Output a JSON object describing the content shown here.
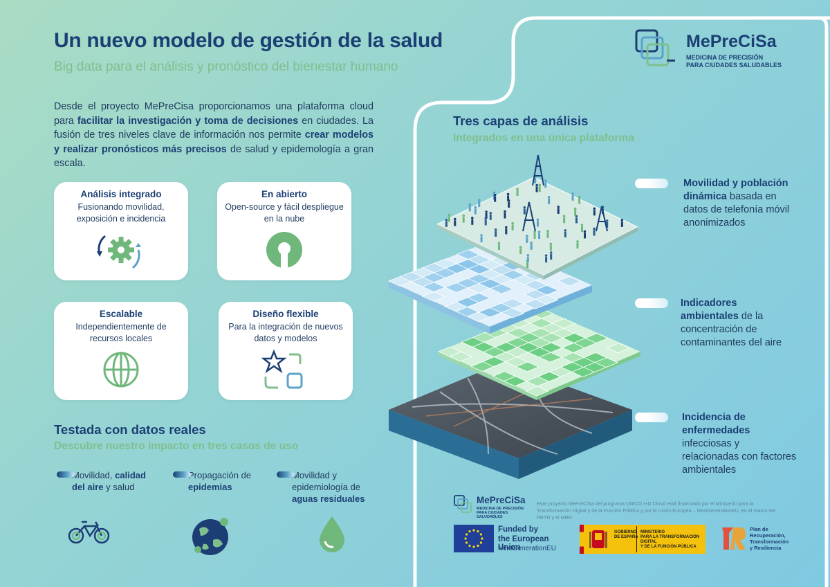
{
  "header": {
    "title": "Un nuevo modelo de gestión de la salud",
    "subtitle": "Big data para el análisis y pronóstico del bienestar humano"
  },
  "logo": {
    "name": "MePreCiSa",
    "tagline_1": "MEDICINA DE PRECISIÓN",
    "tagline_2": "PARA CIUDADES SALUDABLES"
  },
  "intro": {
    "p1": "Desde el proyecto MePreCisa proporcionamos una plataforma cloud para ",
    "b1": "facilitar la investigación y toma de decisiones",
    "p2": " en ciudades. La fusión de tres niveles clave de información nos permite ",
    "b2": "crear modelos y realizar pronósticos más precisos",
    "p3": " de salud y epidemología a gran escala."
  },
  "features": [
    {
      "title": "Análisis integrado",
      "desc": "Fusionando movilidad, exposición e incidencia",
      "icon": "gear-cycle-icon"
    },
    {
      "title": "En abierto",
      "desc": "Open-source y fácil despliegue en la nube",
      "icon": "open-source-icon"
    },
    {
      "title": "Escalable",
      "desc": "Independientemente de recursos locales",
      "icon": "globe-icon"
    },
    {
      "title": "Diseño flexible",
      "desc": "Para la integración de nuevos datos y modelos",
      "icon": "modules-icon"
    }
  ],
  "tested": {
    "title": "Testada con datos reales",
    "subtitle": "Descubre nuestro impacto en tres casos de uso",
    "cases": [
      {
        "l1": "Movilidad, ",
        "b1": "calidad",
        "b2": "del aire",
        "l2": " y salud",
        "icon": "bicycle-icon"
      },
      {
        "l1": "Propagación de",
        "b1": "epidemias",
        "icon": "virus-globe-icon"
      },
      {
        "l1": "Movilidad y",
        "l2": "epidemiología de",
        "b1": "aguas residuales",
        "icon": "water-drop-icon"
      }
    ]
  },
  "layers": {
    "title": "Tres capas de análisis",
    "subtitle": "Integrados en una única plataforma",
    "items": [
      {
        "bold": "Movilidad y población dinámica",
        "rest": " basada en datos de telefonía móvil anonimizados"
      },
      {
        "bold": "Indicadores ambientales",
        "rest": " de la concentración de contaminantes del aire"
      },
      {
        "bold": "Incidencia de enfermedades",
        "rest": " infecciosas y relacionadas con factores ambientales"
      }
    ]
  },
  "footer": {
    "disclaimer": "Este proyecto MePreCiSa del programa UNICO I+D Cloud está financiado por el Ministerio para la Transformación Digital y de la Función Pública y por la Unión Europea – NextGenerationEU, en el marco del PRTR y el MRR.",
    "eu_line1": "Funded by",
    "eu_line2": "the European Union",
    "eu_line3": "NextGenerationEU",
    "gob_1": "GOBIERNO",
    "gob_2": "DE ESPAÑA",
    "min_1": "MINISTERIO",
    "min_2": "PARA LA TRANSFORMACIÓN DIGITAL",
    "min_3": "Y DE LA FUNCIÓN PÚBLICA",
    "plan_1": "Plan de",
    "plan_2": "Recuperación,",
    "plan_3": "Transformación",
    "plan_4": "y Resiliencia"
  },
  "colors": {
    "navy": "#1b3f74",
    "green": "#7fbf8e",
    "accent": "#5ba3c9"
  }
}
